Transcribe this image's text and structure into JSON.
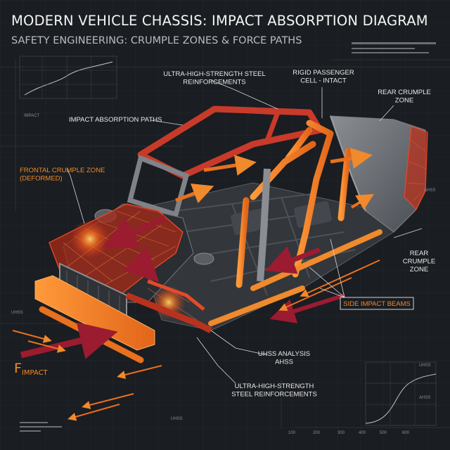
{
  "header": {
    "title": "MODERN VEHICLE CHASSIS: IMPACT ABSORPTION DIAGRAM",
    "subtitle": "SAFETY ENGINEERING: CRUMPLE ZONES & FORCE PATHS"
  },
  "labels": {
    "uhss_reinforcements_top": "ULTRA-HIGH-STRENGTH STEEL\nREINFORCEMENTS",
    "passenger_cell": "RIGID PASSENGER\nCELL - INTACT",
    "rear_crumple_top": "REAR CRUMPLE\nZONE",
    "absorption_paths": "IMPACT ABSORPTION PATHS",
    "frontal_crumple": "FRONTAL CRUMPLE ZONE\n(DEFORMED)",
    "rear_crumple_side": "REAR\nCRUMPLE\nZONE",
    "side_impact_beams": "SIDE IMPACT BEAMS",
    "uhss_analysis": "UHSS ANALYSIS\nAHSS",
    "uhss_reinforcements_bottom": "ULTRA-HIGH-STRENGTH\nSTEEL REINFORCEMENTS",
    "force_main": "F",
    "force_sub": "IMPACT"
  },
  "background_text": {
    "impact": "IMPACT",
    "uhss_left": "UHSS",
    "ahss_right": "AHSS",
    "uhss_br": "UHSS",
    "ahss_br": "AHSS",
    "uhss_bottom": "UHSS",
    "axis_ticks": [
      "100",
      "200",
      "300",
      "400",
      "500",
      "600"
    ]
  },
  "colors": {
    "background": "#1a1d21",
    "accent_orange": "#f08a2c",
    "crumple_red": "#c8321e",
    "force_arrow": "#9b1b30",
    "steel_gray": "#6f7378"
  }
}
